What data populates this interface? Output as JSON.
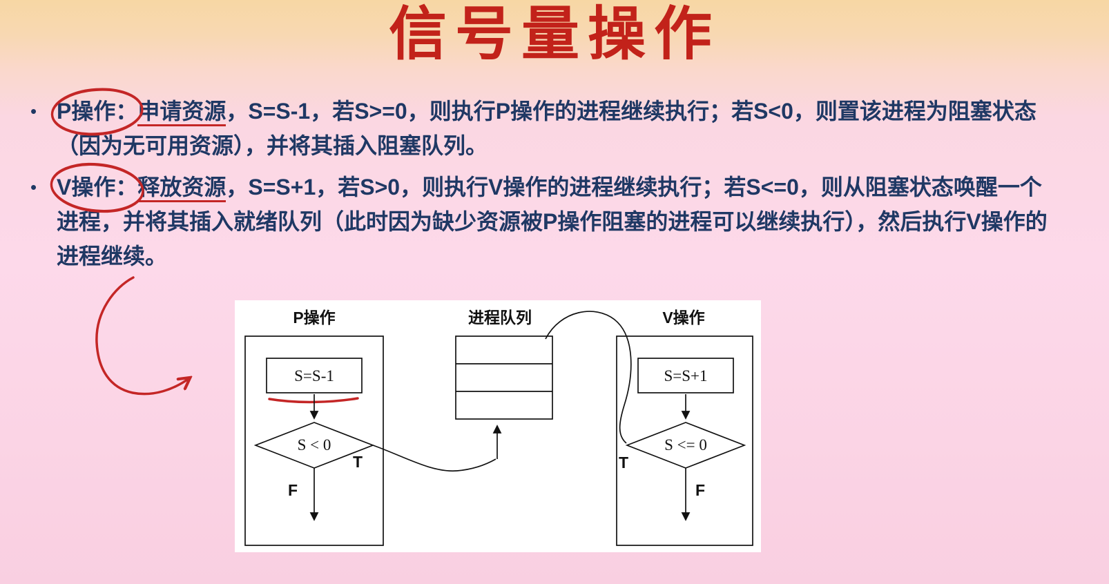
{
  "slide": {
    "title": "信号量操作",
    "bullet_marker": "•",
    "bullets": [
      {
        "term": "P操作：",
        "underlined": "申请资源",
        "rest": "，S=S-1，若S>=0，则执行P操作的进程继续执行；若S<0，则置该进程为阻塞状态（因为无可用资源），并将其插入阻塞队列。"
      },
      {
        "term": "V操作：",
        "underlined": "释放资源",
        "rest": "，S=S+1，若S>0，则执行V操作的进程继续执行；若S<=0，则从阻塞状态唤醒一个进程，并将其插入就绪队列（此时因为缺少资源被P操作阻塞的进程可以继续执行），然后执行V操作的进程继续。"
      }
    ]
  },
  "flowchart": {
    "p_label": "P操作",
    "queue_label": "进程队列",
    "v_label": "V操作",
    "p_assign": "S=S-1",
    "v_assign": "S=S+1",
    "p_condition": "S < 0",
    "v_condition": "S <= 0",
    "true_label": "T",
    "false_label": "F"
  },
  "colors": {
    "background_top": "#f7d7a4",
    "background_bottom": "#f9cfe1",
    "title_red": "#c2221a",
    "body_blue": "#1f3864",
    "pen_red": "#c42626",
    "flowchart_ink": "#111111",
    "flowchart_bg": "#ffffff"
  }
}
